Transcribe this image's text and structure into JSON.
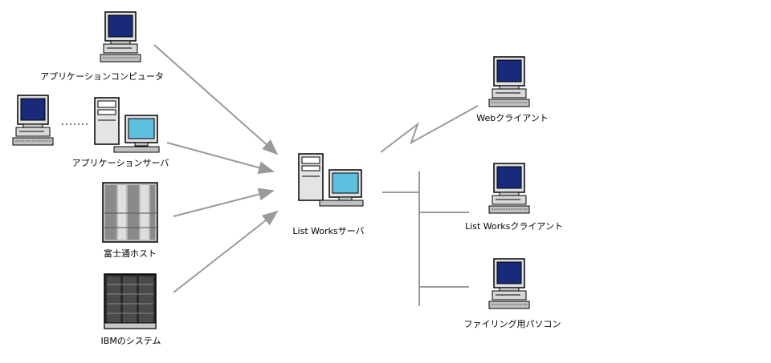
{
  "nodes": {
    "app_computer": {
      "label": "アプリケーションコンピュータ",
      "icon": "desktop-computer-icon"
    },
    "app_server": {
      "label": "アプリケーションサーバ",
      "icon": "server-with-monitor-icon"
    },
    "aux_terminal": {
      "label": "",
      "icon": "desktop-computer-icon"
    },
    "fujitsu_host": {
      "label": "富士通ホスト",
      "icon": "mainframe-icon"
    },
    "ibm_system": {
      "label": "IBMのシステム",
      "icon": "rack-server-icon"
    },
    "lw_server": {
      "label": "List Worksサーバ",
      "icon": "server-with-monitor-icon"
    },
    "web_client": {
      "label": "Webクライアント",
      "icon": "desktop-computer-icon"
    },
    "lw_client": {
      "label": "List Worksクライアント",
      "icon": "desktop-computer-icon"
    },
    "filing_pc": {
      "label": "ファイリング用パソコン",
      "icon": "desktop-computer-icon"
    }
  },
  "colors": {
    "arrow": "#9a9a9a",
    "line": "#9a9a9a",
    "screen": "#1a2a7a",
    "screen_light": "#60c0e0",
    "case": "#d8d8d8"
  }
}
